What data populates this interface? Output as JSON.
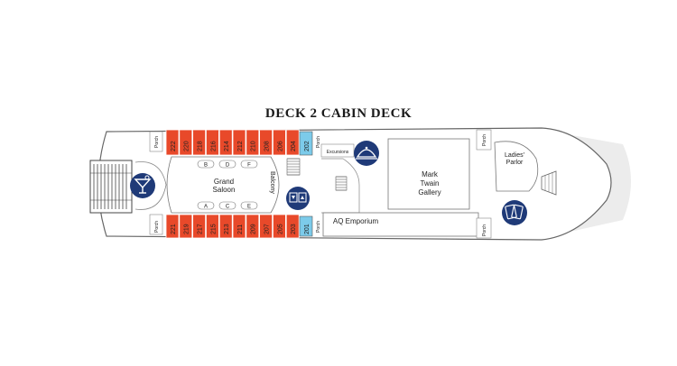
{
  "title": "DECK 2 CABIN DECK",
  "colors": {
    "cabin": "#e8492a",
    "suite": "#7ccbea",
    "icon": "#1f3a78",
    "hull": "#e6e6e6",
    "line": "#555555"
  },
  "cabins_top": [
    "222",
    "220",
    "218",
    "216",
    "214",
    "212",
    "210",
    "208",
    "206",
    "204"
  ],
  "cabins_bottom": [
    "221",
    "219",
    "217",
    "215",
    "213",
    "211",
    "209",
    "207",
    "205",
    "203"
  ],
  "suite_top": "202",
  "suite_bottom": "201",
  "booths_top": [
    "B",
    "D",
    "F"
  ],
  "booths_bottom": [
    "A",
    "C",
    "E"
  ],
  "labels": {
    "grand_saloon_1": "Grand",
    "grand_saloon_2": "Saloon",
    "balcony": "Balcony",
    "gallery_1": "Mark",
    "gallery_2": "Twain",
    "gallery_3": "Gallery",
    "emporium": "AQ Emporium",
    "parlor_1": "Ladies'",
    "parlor_2": "Parlor",
    "excursions": "Excursions",
    "porch": "Porch"
  },
  "icons": {
    "bar": "cocktail-glass-icon",
    "dining": "serving-cloche-icon",
    "elevator": "elevator-arrows-icon",
    "cards": "playing-cards-icon"
  }
}
